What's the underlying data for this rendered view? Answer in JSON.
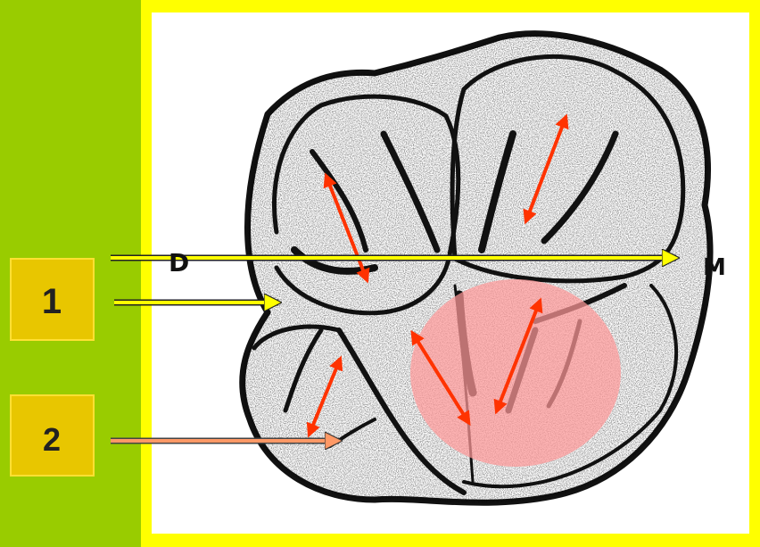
{
  "labels": {
    "box1": "1",
    "box2": "2",
    "distal": "D",
    "mesial": "M"
  },
  "colors": {
    "side_panel": "#99cc00",
    "frame": "#ffff00",
    "label_box": "#e8c600",
    "arrow_yellow": "#ffff00",
    "arrow_salmon": "#ff9966",
    "arrow_red": "#ff3300",
    "highlight": "#ff9999"
  }
}
